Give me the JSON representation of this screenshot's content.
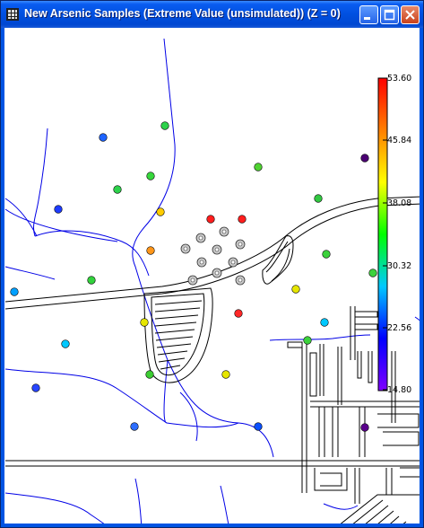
{
  "window": {
    "title": "New Arsenic Samples (Extreme Value (unsimulated)) (Z = 0)",
    "icon": "grid-app-icon",
    "controls": [
      "minimize-icon",
      "maximize-icon",
      "close-icon"
    ]
  },
  "colorbar": {
    "labels": [
      "53.60",
      "45.84",
      "38.08",
      "30.32",
      "22.56",
      "14.80"
    ],
    "gradient": [
      "#ff0000",
      "#ff7f00",
      "#ffff00",
      "#00ff00",
      "#00c8ff",
      "#0000ff",
      "#7f00ff"
    ]
  },
  "samples": [
    {
      "color": "#1e64ff"
    },
    {
      "color": "#2dd24b"
    },
    {
      "color": "#37d73c"
    },
    {
      "color": "#2dd24b"
    },
    {
      "color": "#ffcc00"
    },
    {
      "color": "#50d232"
    },
    {
      "color": "#1e3cff"
    },
    {
      "color": "#32c841"
    },
    {
      "color": "#4b0073"
    },
    {
      "color": "#ff1e1e"
    },
    {
      "color": "#ff1e1e"
    },
    {
      "color": "#ff9619"
    },
    {
      "color": "#3cd23c"
    },
    {
      "color": "#32d23c"
    },
    {
      "color": "#00a0ff"
    },
    {
      "color": "#ff2828"
    },
    {
      "color": "#e6e600"
    },
    {
      "color": "#e6e600"
    },
    {
      "color": "#00c8ff"
    },
    {
      "color": "#00c8ff"
    },
    {
      "color": "#3cd23c"
    },
    {
      "color": "#2846ff"
    },
    {
      "color": "#3ccd32"
    },
    {
      "color": "#e6e600"
    },
    {
      "color": "#2d6eff"
    },
    {
      "color": "#0a50ff"
    },
    {
      "color": "#5a008c"
    },
    {
      "color": "#3cd23c"
    }
  ],
  "wells": [
    {},
    {},
    {},
    {},
    {},
    {},
    {},
    {},
    {},
    {},
    {}
  ]
}
